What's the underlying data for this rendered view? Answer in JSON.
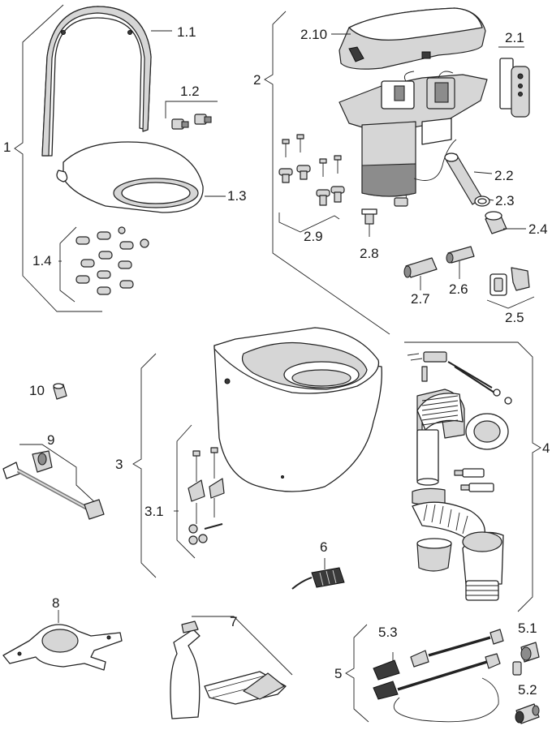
{
  "labels": {
    "l1": "1",
    "l1_1": "1.1",
    "l1_2": "1.2",
    "l1_3": "1.3",
    "l1_4": "1.4",
    "l2": "2",
    "l2_10": "2.10",
    "l2_1": "2.1",
    "l2_2": "2.2",
    "l2_3": "2.3",
    "l2_4": "2.4",
    "l2_5": "2.5",
    "l2_6": "2.6",
    "l2_7": "2.7",
    "l2_8": "2.8",
    "l2_9": "2.9",
    "l3": "3",
    "l3_1": "3.1",
    "l4": "4",
    "l5": "5",
    "l5_1": "5.1",
    "l5_2": "5.2",
    "l5_3": "5.3",
    "l6": "6",
    "l7": "7",
    "l8": "8",
    "l9": "9",
    "l10": "10"
  }
}
